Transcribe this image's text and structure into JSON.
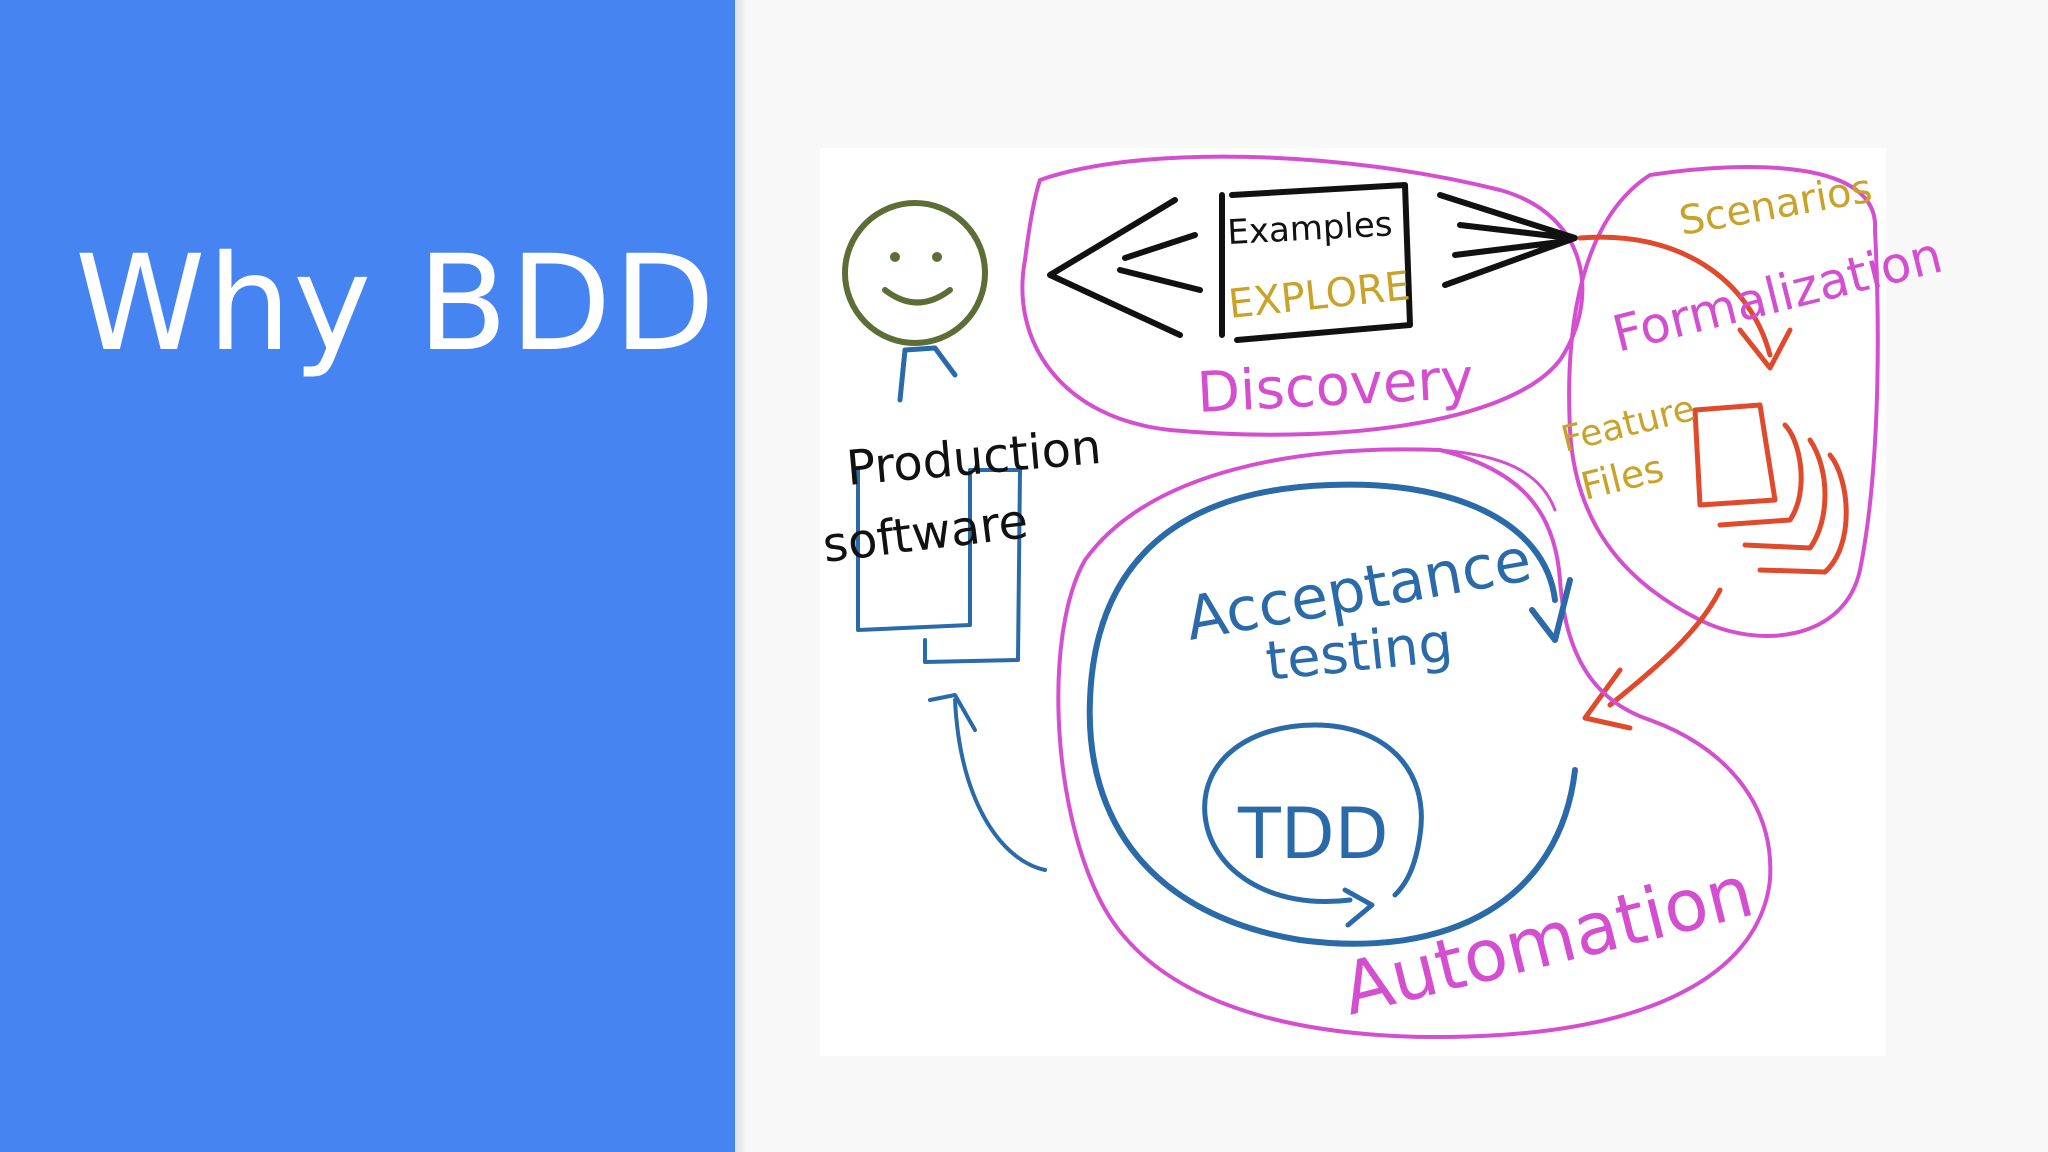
{
  "slide": {
    "title": "Why BDD"
  },
  "diagram": {
    "labels": {
      "examples": "Examples",
      "explore": "EXPLORE",
      "discovery": "Discovery",
      "scenarios": "Scenarios",
      "formalization": "Formalization",
      "feature": "Feature",
      "files": "Files",
      "production": "Production",
      "software": "software",
      "acceptance": "Acceptance",
      "testing": "testing",
      "tdd": "TDD",
      "automation": "Automation"
    },
    "colors": {
      "panel": "#4684f1",
      "magenta": "#d44fd0",
      "blue": "#2a6aa8",
      "red": "#e04a2c",
      "gold": "#c9a22a",
      "olive": "#5c6e35",
      "black": "#111111"
    }
  }
}
